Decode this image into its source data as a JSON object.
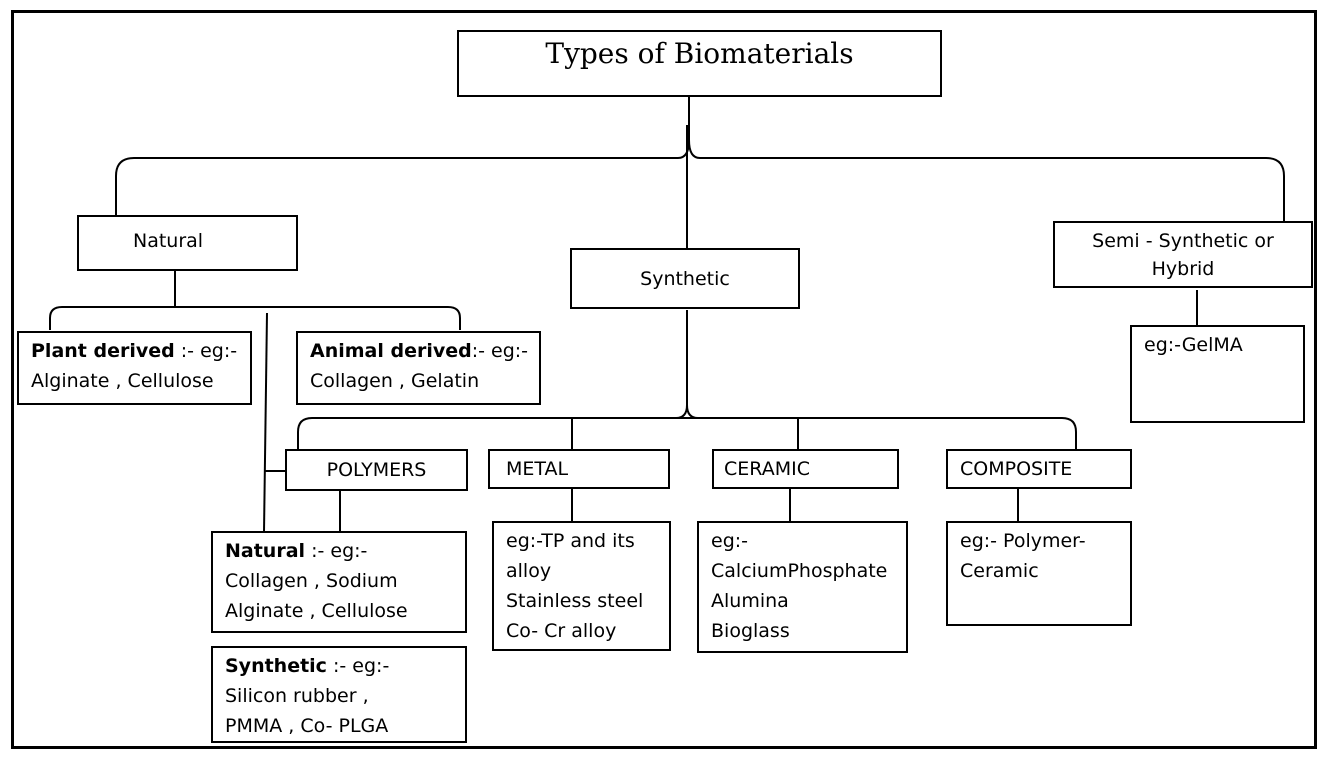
{
  "title": "Types of Biomaterials",
  "natural": {
    "label": "Natural",
    "plant": {
      "bold": "Plant derived",
      "rest": " :-  eg:-",
      "line2": "Alginate , Cellulose"
    },
    "animal": {
      "bold": "Animal derived",
      "rest": ":- eg:-",
      "line2": "Collagen , Gelatin"
    }
  },
  "synthetic": {
    "label": "Synthetic",
    "polymers": {
      "label": "POLYMERS",
      "natural": {
        "bold": "Natural",
        "rest": " :-  eg:-",
        "line2": "Collagen , Sodium",
        "line3": "Alginate , Cellulose"
      },
      "synthetic": {
        "bold": "Synthetic",
        "rest": " :-  eg:-",
        "line2": "Silicon rubber ,",
        "line3": "PMMA , Co- PLGA"
      }
    },
    "metal": {
      "label": "METAL",
      "lines": [
        "eg:-TP and its",
        "alloy",
        "Stainless steel",
        "Co- Cr alloy"
      ]
    },
    "ceramic": {
      "label": "CERAMIC",
      "lines": [
        "eg:-",
        "CalciumPhosphate",
        "Alumina",
        "Bioglass"
      ]
    },
    "composite": {
      "label": "COMPOSITE",
      "lines": [
        "eg:- Polymer-",
        "Ceramic"
      ]
    }
  },
  "hybrid": {
    "label_line1": "Semi - Synthetic or",
    "label_line2": "Hybrid",
    "example": "eg:-GelMA"
  }
}
